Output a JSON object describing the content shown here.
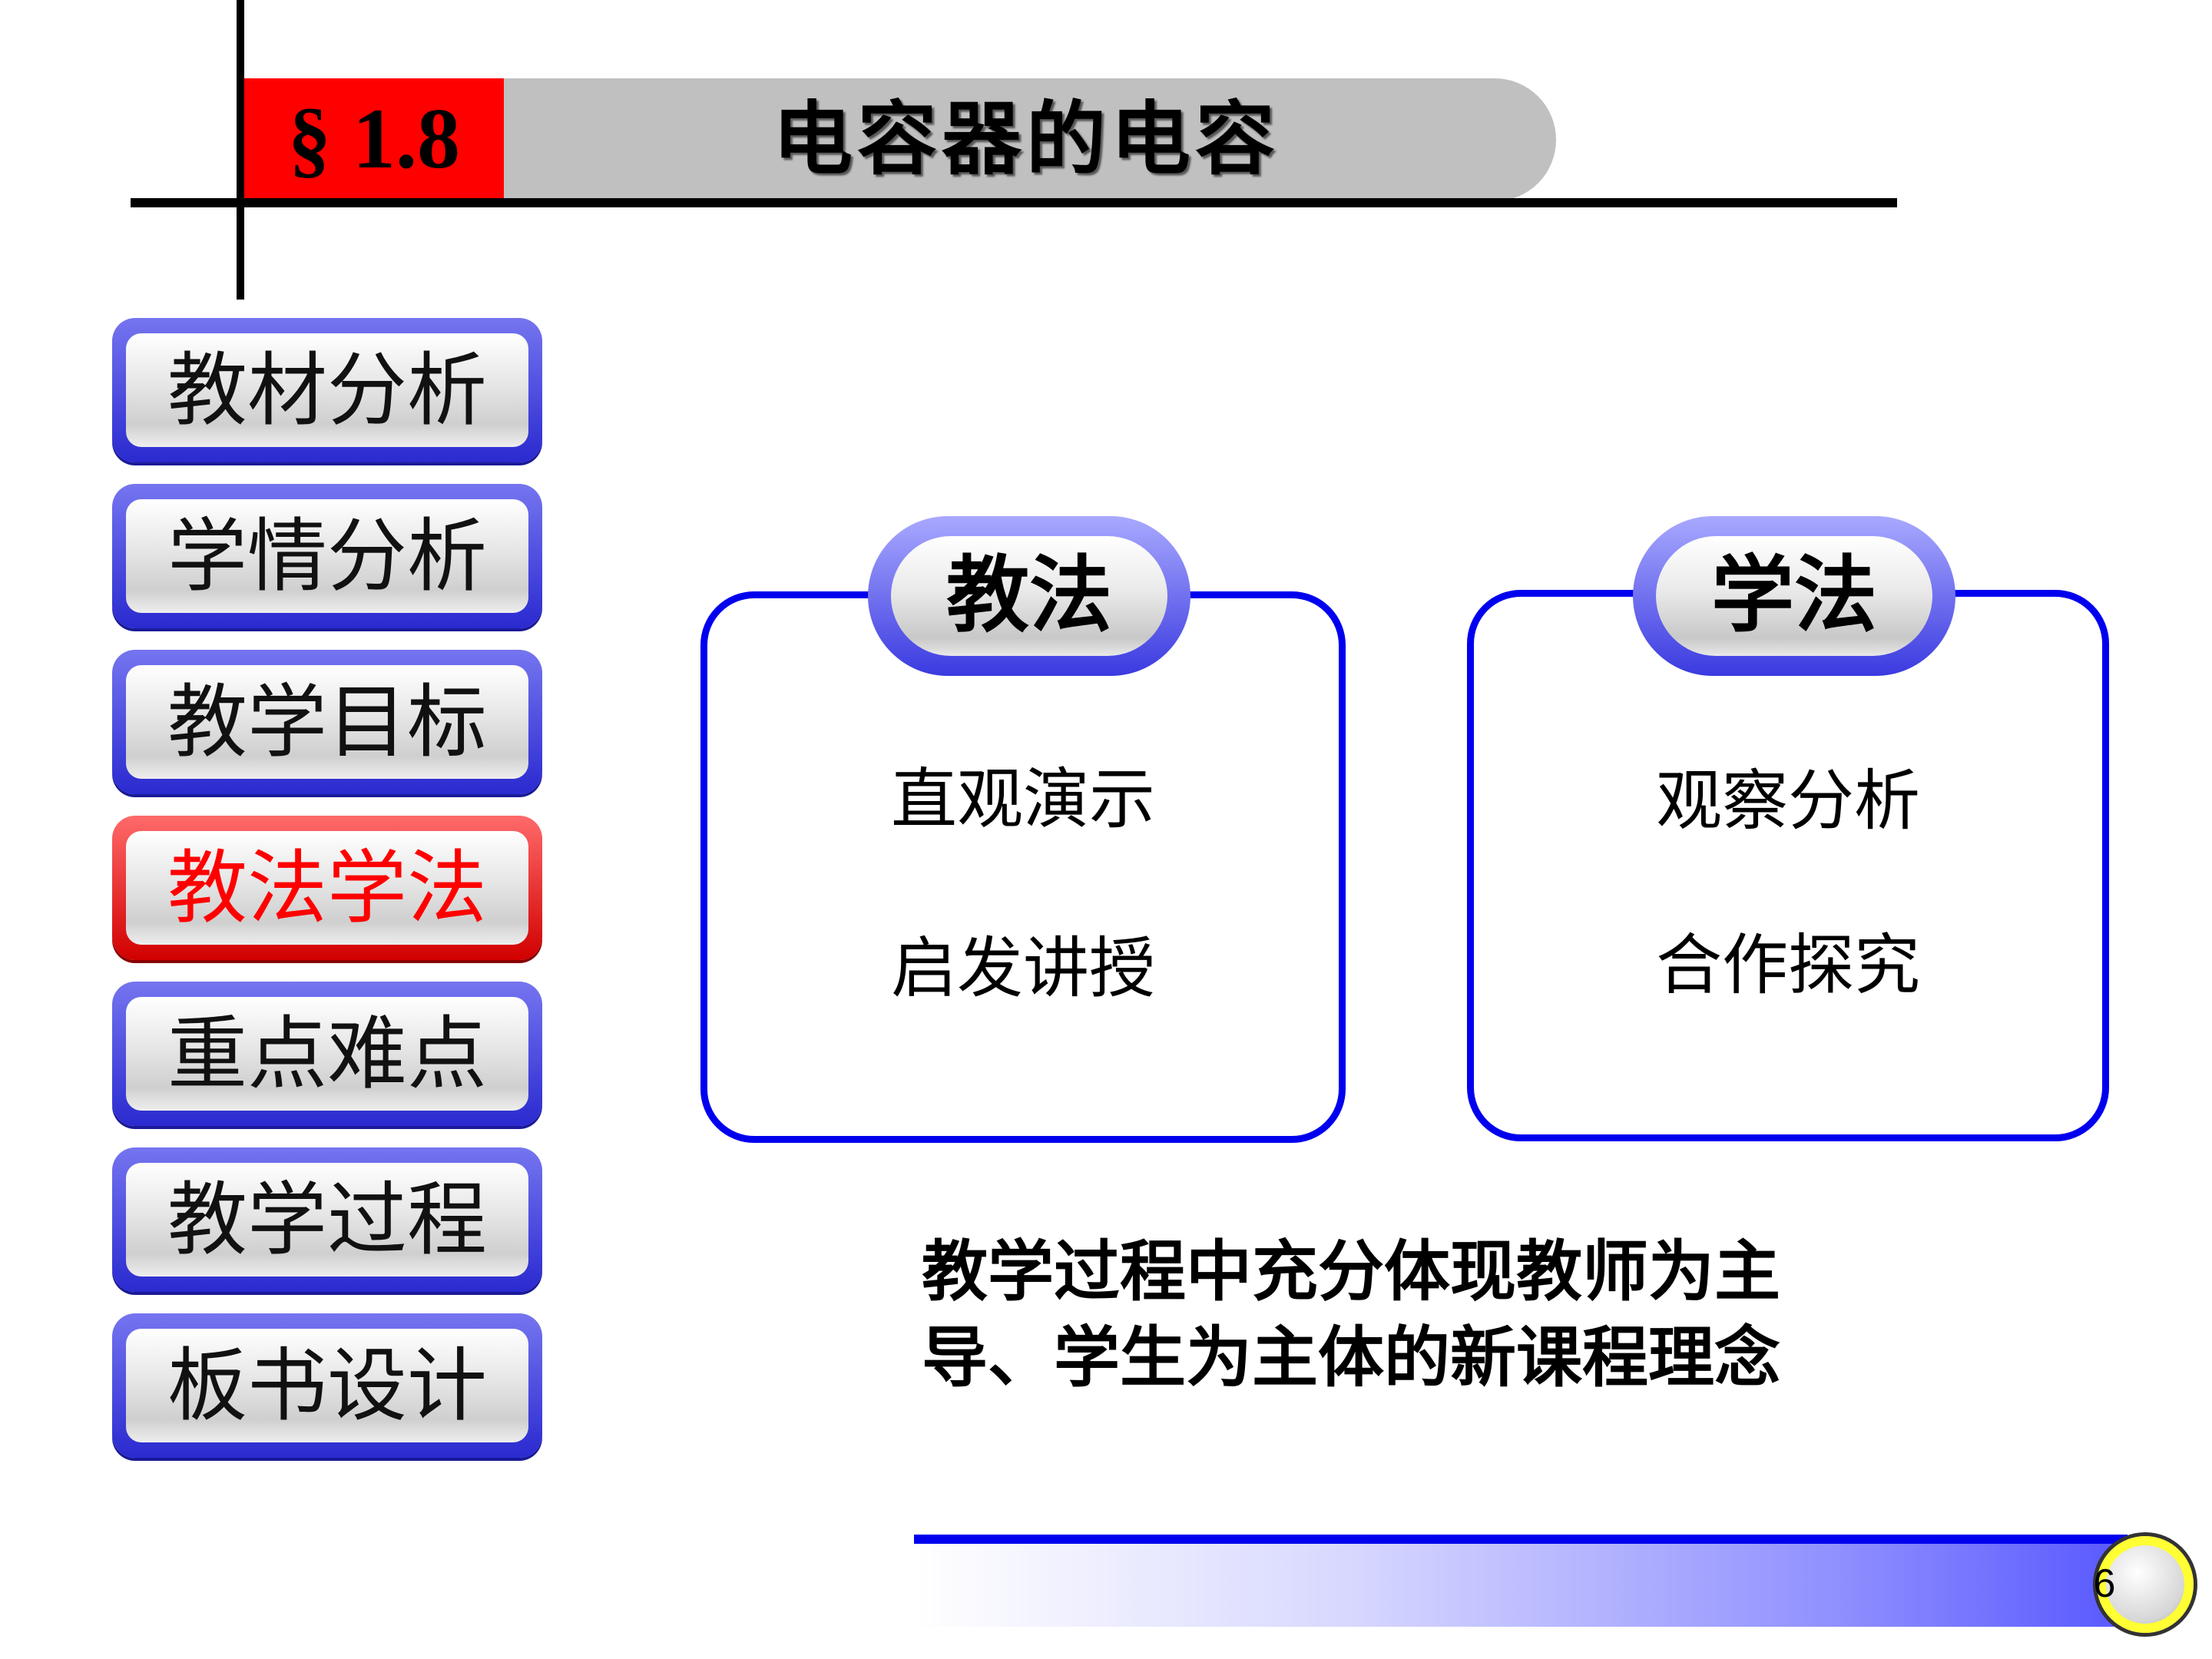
{
  "header": {
    "section": "§ 1.8",
    "title": "电容器的电容"
  },
  "sidebar": {
    "items": [
      {
        "label": "教材分析"
      },
      {
        "label": "学情分析"
      },
      {
        "label": "教学目标"
      },
      {
        "label": "教法学法"
      },
      {
        "label": "重点难点"
      },
      {
        "label": "教学过程"
      },
      {
        "label": "板书设计"
      }
    ]
  },
  "teaching_methods": {
    "heading": "教法",
    "items": [
      "直观演示",
      "启发讲授"
    ]
  },
  "learning_methods": {
    "heading": "学法",
    "items": [
      "观察分析",
      "合作探究"
    ]
  },
  "summary": {
    "line1": "教学过程中充分体现教师为主",
    "line2": "导、学生为主体的新课程理念"
  },
  "footer": {
    "page_number": "6"
  },
  "colors": {
    "accent_red": "#ff0000",
    "accent_blue": "#0000ee"
  }
}
